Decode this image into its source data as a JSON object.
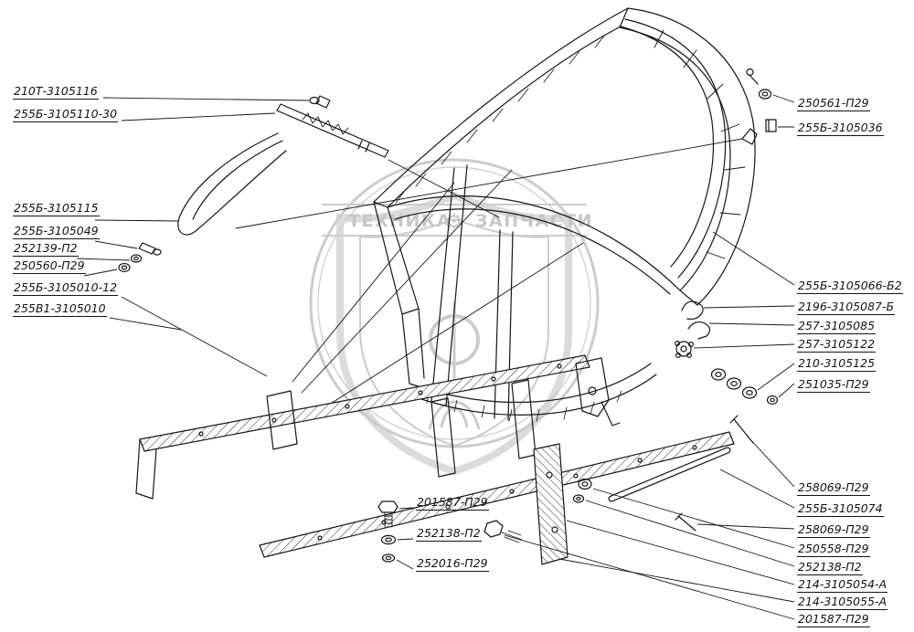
{
  "figure": {
    "background": "#ffffff",
    "ink": "#161616"
  },
  "watermark": {
    "left_text": "ТЕХНИКА",
    "gear_icon": "⚙",
    "right_text": "ЗАПЧАСТИ",
    "color": "#c6c6c6"
  },
  "labels": {
    "left": [
      {
        "text": "210Т-3105116"
      },
      {
        "text": "255Б-3105110-30"
      },
      {
        "text": "255Б-3105115"
      },
      {
        "text": "255Б-3105049"
      },
      {
        "text": "252139-П2"
      },
      {
        "text": "250560-П29"
      },
      {
        "text": "255Б-3105010-12"
      },
      {
        "text": "255В1-3105010"
      }
    ],
    "center_bottom": [
      {
        "text": "201587-П29"
      },
      {
        "text": "252138-П2"
      },
      {
        "text": "252016-П29"
      }
    ],
    "right": [
      {
        "text": "250561-П29"
      },
      {
        "text": "255Б-3105036"
      },
      {
        "text": "255Б-3105066-Б2"
      },
      {
        "text": "2196-3105087-Б"
      },
      {
        "text": "257-3105085"
      },
      {
        "text": "257-3105122"
      },
      {
        "text": "210-3105125"
      },
      {
        "text": "251035-П29"
      },
      {
        "text": "258069-П29"
      },
      {
        "text": "255Б-3105074"
      },
      {
        "text": "258069-П29"
      },
      {
        "text": "250558-П29"
      },
      {
        "text": "252138-П2"
      },
      {
        "text": "214-3105054-А"
      },
      {
        "text": "214-3105055-А"
      },
      {
        "text": "201587-П29"
      }
    ]
  }
}
